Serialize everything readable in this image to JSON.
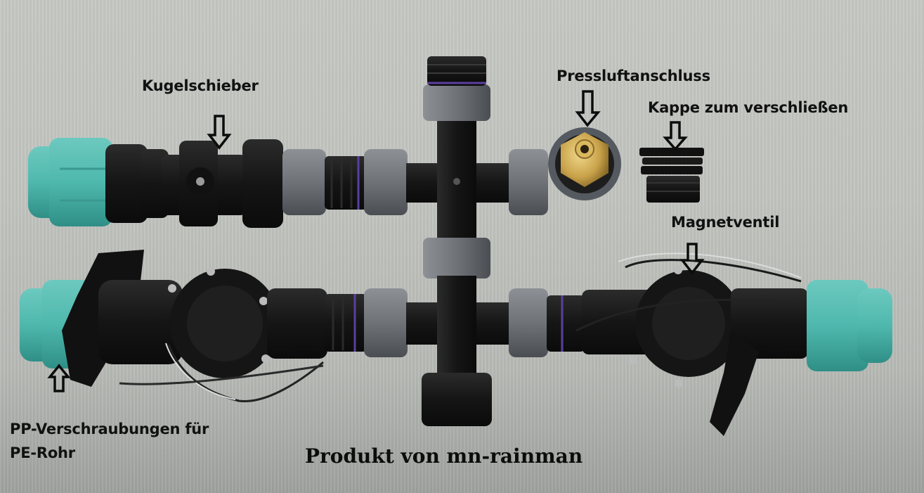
{
  "image": {
    "description": "Photo of an irrigation manifold with labeled components",
    "background_color": "#c4c6c2",
    "accent_colors": {
      "pp_fitting": "#4fb8ad",
      "union_nut": "#6f7378",
      "pipe_body": "#1a1a1a",
      "brass": "#c9a24a",
      "wire_stripe": "#5a3fa0"
    }
  },
  "labels": {
    "ball_valve": "Kugelschieber",
    "air_connection": "Pressluftanschluss",
    "closing_cap": "Kappe zum verschließen",
    "solenoid_valve": "Magnetventil",
    "pp_fittings_line1": "PP-Verschraubungen für",
    "pp_fittings_line2": "PE-Rohr"
  },
  "footer": {
    "brand_text": "Produkt von mn-rainman"
  },
  "arrows": [
    {
      "target": "ball_valve",
      "direction": "down"
    },
    {
      "target": "air_connection",
      "direction": "down"
    },
    {
      "target": "closing_cap",
      "direction": "down"
    },
    {
      "target": "solenoid_valve",
      "direction": "down"
    },
    {
      "target": "pp_fittings",
      "direction": "up"
    }
  ]
}
